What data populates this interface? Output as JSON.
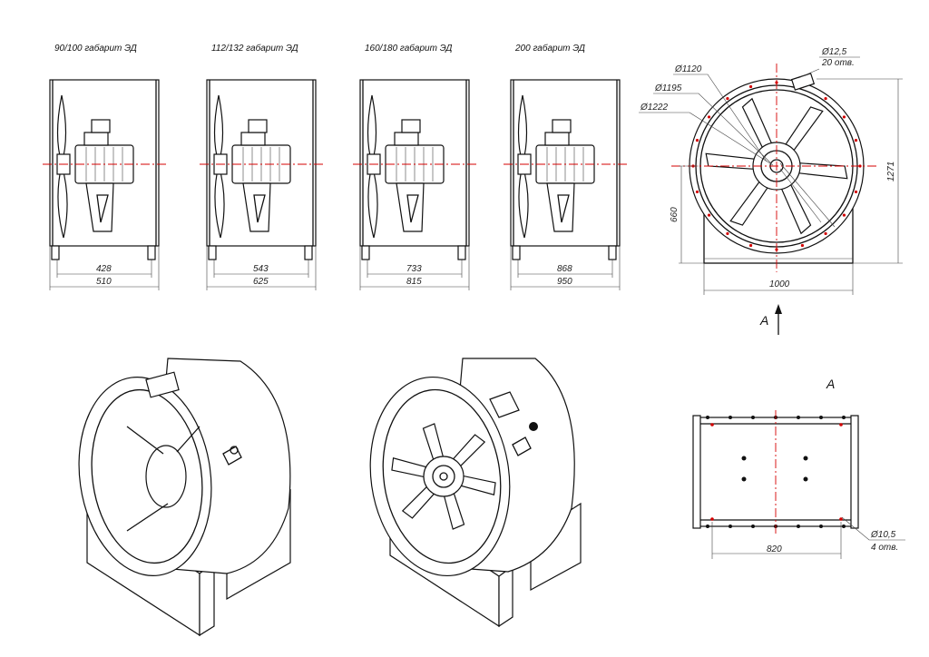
{
  "views": [
    {
      "title": "90/100 габарит ЭД",
      "inner_width": "428",
      "outer_width": "510"
    },
    {
      "title": "112/132 габарит ЭД",
      "inner_width": "543",
      "outer_width": "625"
    },
    {
      "title": "160/180 габарит ЭД",
      "inner_width": "733",
      "outer_width": "815"
    },
    {
      "title": "200 габарит ЭД",
      "inner_width": "868",
      "outer_width": "950"
    }
  ],
  "front_view": {
    "dia_holes": "Ø12,5",
    "holes_count": "20 отв.",
    "dia_1": "Ø1120",
    "dia_2": "Ø1195",
    "dia_3": "Ø1222",
    "height_total": "1271",
    "height_axis": "660",
    "width": "1000",
    "view_arrow": "A"
  },
  "view_a": {
    "title": "A",
    "width": "820",
    "dia_holes": "Ø10,5",
    "holes_count": "4 отв."
  },
  "colors": {
    "line": "#111111",
    "centerline": "#d40000"
  }
}
